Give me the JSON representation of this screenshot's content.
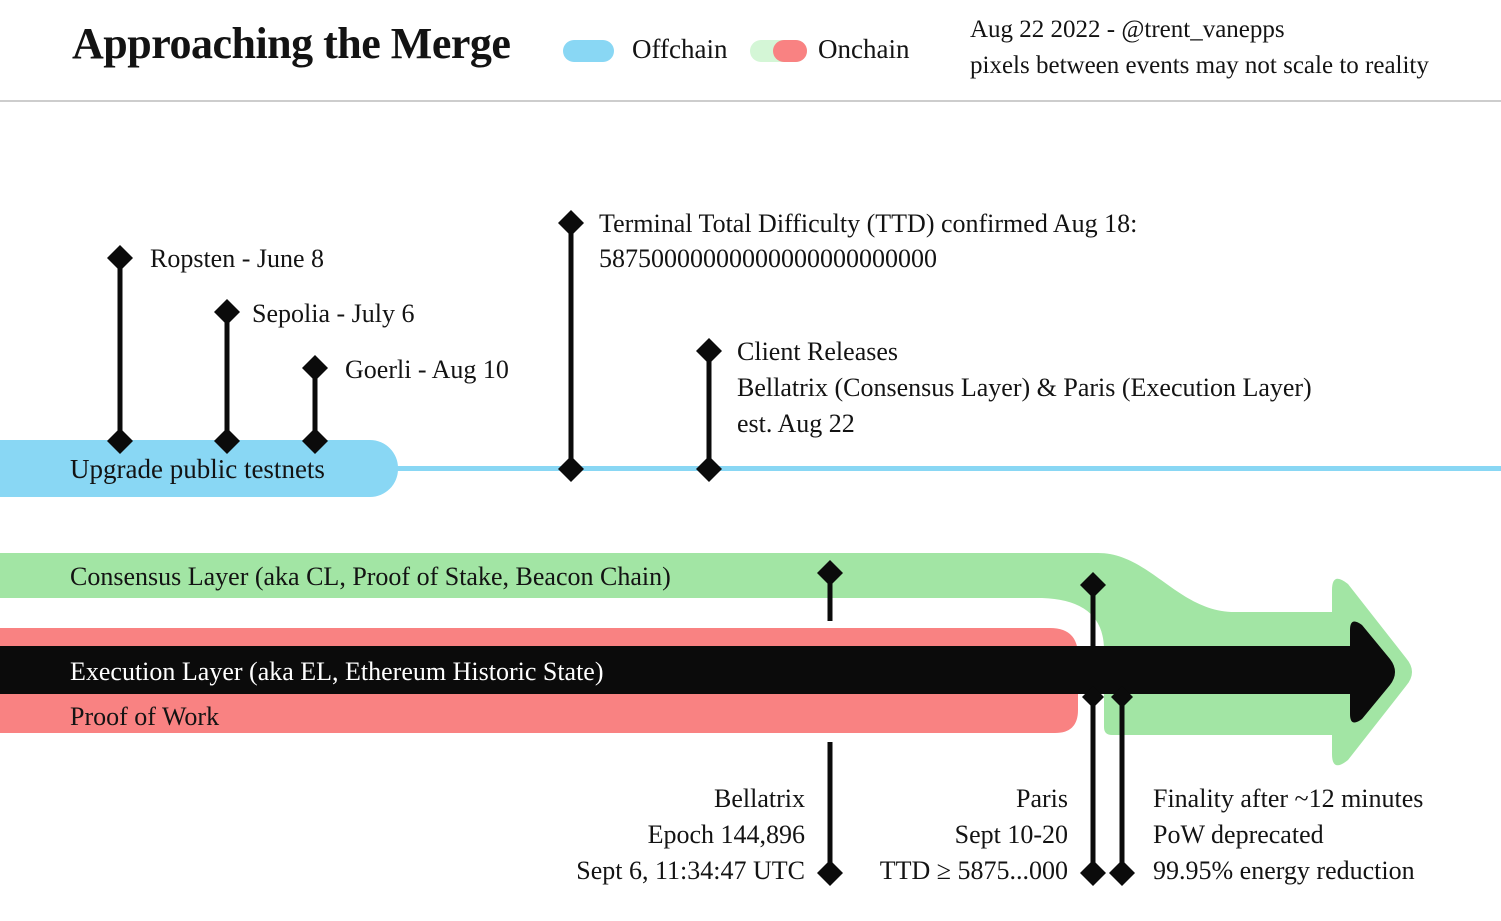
{
  "header": {
    "title": "Approaching the Merge",
    "legend": [
      {
        "label": "Offchain"
      },
      {
        "label": "Onchain"
      }
    ],
    "credit_line1": "Aug 22 2022 - @trent_vanepps",
    "credit_line2": "pixels between events may not scale to reality"
  },
  "colors": {
    "offchain_blue": "#89d7f4",
    "onchain_green": "#a2e5a4",
    "onchain_light_green": "#d4f6d6",
    "onchain_red": "#f98282",
    "ink_black": "#0b0b0b"
  },
  "offchain": {
    "band_label": "Upgrade public testnets",
    "events": [
      {
        "label": "Ropsten - June 8"
      },
      {
        "label": "Sepolia - July 6"
      },
      {
        "label": "Goerli - Aug 10"
      },
      {
        "line1": "Terminal Total Difficulty (TTD) confirmed Aug 18:",
        "line2": "58750000000000000000000000"
      },
      {
        "line1": "Client Releases",
        "line2": "Bellatrix (Consensus Layer) & Paris (Execution Layer)",
        "line3": "est. Aug 22"
      }
    ]
  },
  "onchain": {
    "consensus_label": "Consensus Layer (aka CL, Proof of Stake, Beacon Chain)",
    "execution_label": "Execution Layer (aka EL, Ethereum Historic State)",
    "pow_label": "Proof of Work",
    "events": [
      {
        "line1": "Bellatrix",
        "line2": "Epoch 144,896",
        "line3": "Sept 6, 11:34:47 UTC"
      },
      {
        "line1": "Paris",
        "line2": "Sept 10-20",
        "line3": "TTD ≥ 5875...000"
      },
      {
        "line1": "Finality after ~12 minutes",
        "line2": "PoW deprecated",
        "line3": "99.95% energy reduction"
      }
    ]
  }
}
